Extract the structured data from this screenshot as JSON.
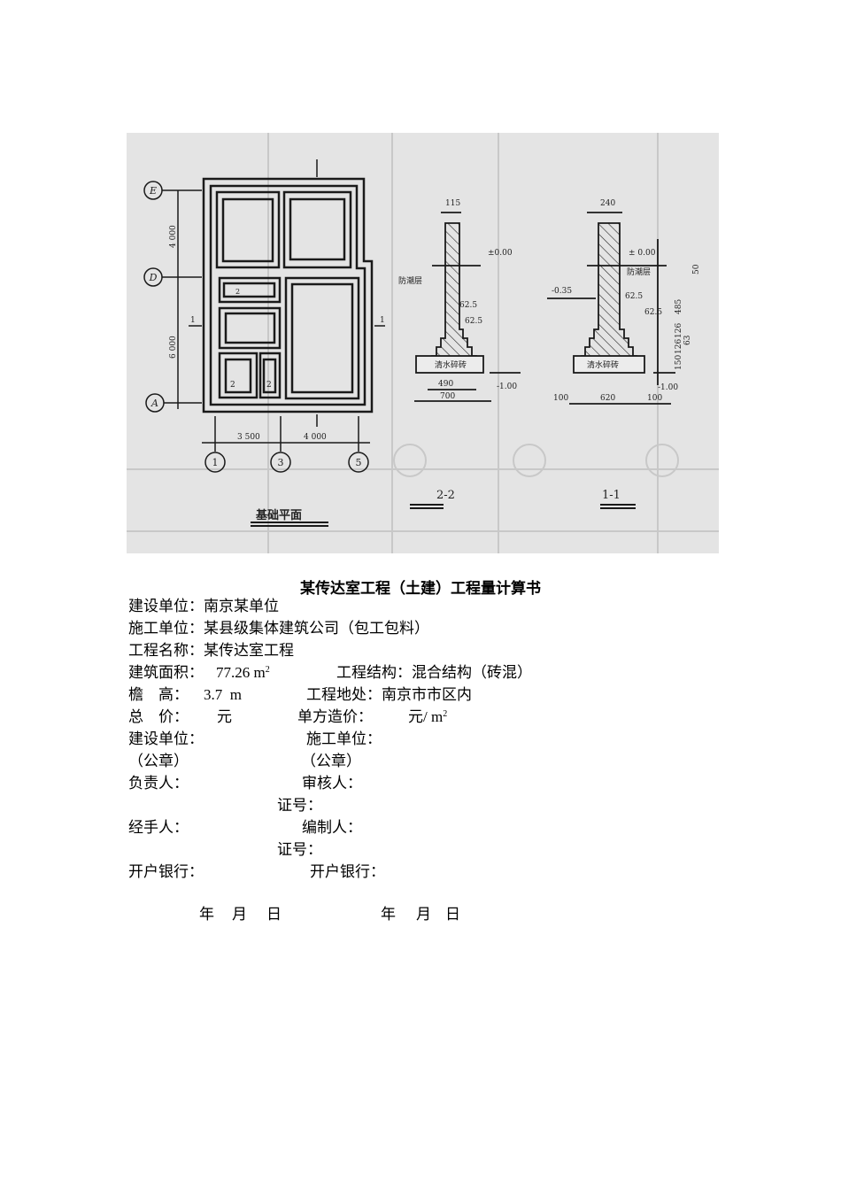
{
  "drawing": {
    "plan_title": "基础平面",
    "axis_rows": [
      "E",
      "D",
      "A"
    ],
    "axis_cols": [
      "1",
      "3",
      "5"
    ],
    "dims_vertical": [
      "4 000",
      "6 000"
    ],
    "dims_horizontal": [
      "3 500",
      "4 000"
    ],
    "section_marks": [
      "1",
      "2"
    ],
    "section_2_2": {
      "title": "2-2",
      "top_width": "115",
      "level_top": "±0.00",
      "dpc": "防潮层",
      "step1": "62.5",
      "step2": "62.5",
      "base": "清水碎砖",
      "base_inner": "490",
      "base_outer": "700",
      "level_bottom": "-1.00"
    },
    "section_1_1": {
      "title": "1-1",
      "top_width": "240",
      "level_top": "± 0.00",
      "dpc": "防潮层",
      "level_ground": "-0.35",
      "step1": "62.5",
      "step2": "62.5",
      "base": "清水碎砖",
      "base_left": "100",
      "base_mid": "620",
      "base_right": "100",
      "level_bottom": "-1.00",
      "heights": [
        "50",
        "485",
        "126",
        "126",
        "63",
        "150"
      ]
    }
  },
  "document": {
    "title": "某传达室工程（土建）工程量计算书",
    "client": "建设单位：南京某单位",
    "contractor": "施工单位：某县级集体建筑公司（包工包料）",
    "project_name": "工程名称：某传达室工程",
    "area_label": "建筑面积：",
    "area_value": "77.26 m",
    "structure": "工程结构：混合结构（砖混）",
    "eave_label": "檐　高：",
    "eave_value": "3.7  m",
    "location": "工程地处：南京市市区内",
    "total_label": "总　价：",
    "total_unit": "元",
    "unit_price_label": "单方造价：",
    "unit_price_unit": "元/ m",
    "sign_client": "建设单位：",
    "sign_contractor": "施工单位：",
    "seal_left": "（公章）",
    "seal_right": "（公章）",
    "responsible": "负责人：",
    "reviewer": "审核人：",
    "cert1": "证号：",
    "handler": "经手人：",
    "compiler": "编制人：",
    "cert2": "证号：",
    "bank_left": "开户银行：",
    "bank_right": "开户银行：",
    "date_left": [
      "年",
      "月",
      "日"
    ],
    "date_right": [
      "年",
      "月",
      "日"
    ]
  }
}
